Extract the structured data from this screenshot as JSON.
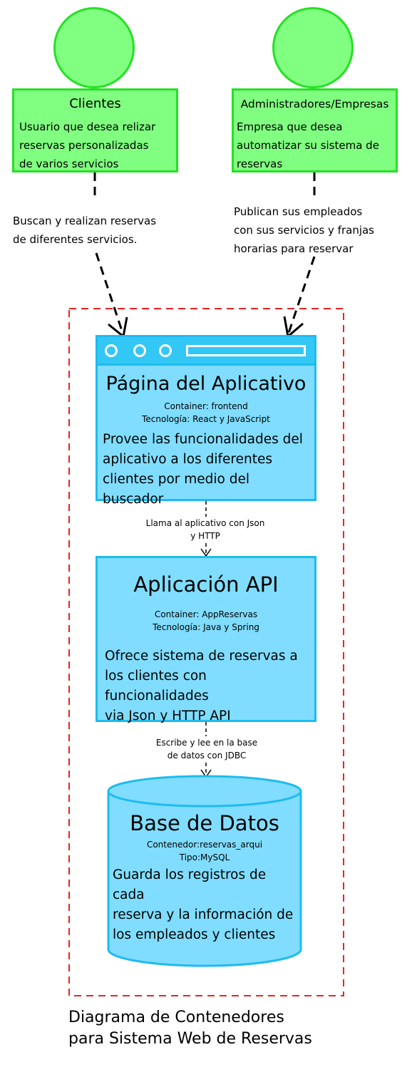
{
  "actors": [
    {
      "title": "Clientes",
      "description": "Usuario que desea relizar\nreservas personalizadas\nde varios servicios",
      "relation": "Buscan y realizan reservas\nde diferentes servicios."
    },
    {
      "title": "Administradores/Empresas",
      "description": "Empresa que desea\nautomatizar su sistema de\nreservas",
      "relation": "Publican sus empleados\ncon sus servicios y franjas\nhorarias para reservar"
    }
  ],
  "containers": {
    "web_app": {
      "title": "Página del Aplicativo",
      "meta": "Container: frontend\nTecnología: React y JavaScript",
      "description": "Provee las funcionalidades del\naplicativo a los diferentes\nclientes por medio del buscador"
    },
    "api": {
      "title": "Aplicación API",
      "meta": "Container: AppReservas\nTecnología: Java y Spring",
      "description": "Ofrece sistema de reservas a\nlos clientes con funcionalidades\nvia Json y HTTP API"
    },
    "database": {
      "title": "Base de Datos",
      "meta": "Contenedor:reservas_arqui\nTipo:MySQL",
      "description": "Guarda los registros de cada\nreserva y la información de\nlos empleados y clientes"
    }
  },
  "edges": {
    "web_to_api": "Llama al aplicativo con Json\ny HTTP",
    "api_to_db": "Escribe y lee en la  base\nde datos con JDBC"
  },
  "caption": "Diagrama de Contenedores\npara Sistema Web de Reservas",
  "colors": {
    "actor_fill": "#80ff80",
    "actor_border": "#26e026",
    "container_fill": "#80ddff",
    "container_border": "#1ebbf0",
    "boundary": "#ee2222"
  }
}
